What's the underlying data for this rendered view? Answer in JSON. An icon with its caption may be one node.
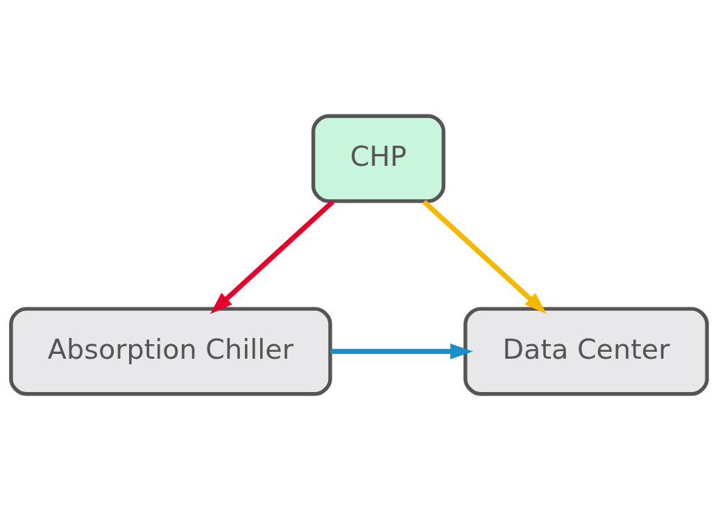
{
  "diagram": {
    "nodes": [
      {
        "text": [
          "CHP"
        ]
      },
      {
        "text": [
          "Absorption Chiller"
        ]
      },
      {
        "text": [
          "Data Center"
        ]
      }
    ],
    "edges": [
      {
        "from": 0,
        "to": 1,
        "arrow": "to",
        "color": "#e4002b"
      },
      {
        "from": 0,
        "to": 2,
        "arrow": "to",
        "color": "#f5b800"
      },
      {
        "from": 1,
        "to": 2,
        "arrow": "to",
        "color": "#1a8ec9"
      }
    ]
  }
}
